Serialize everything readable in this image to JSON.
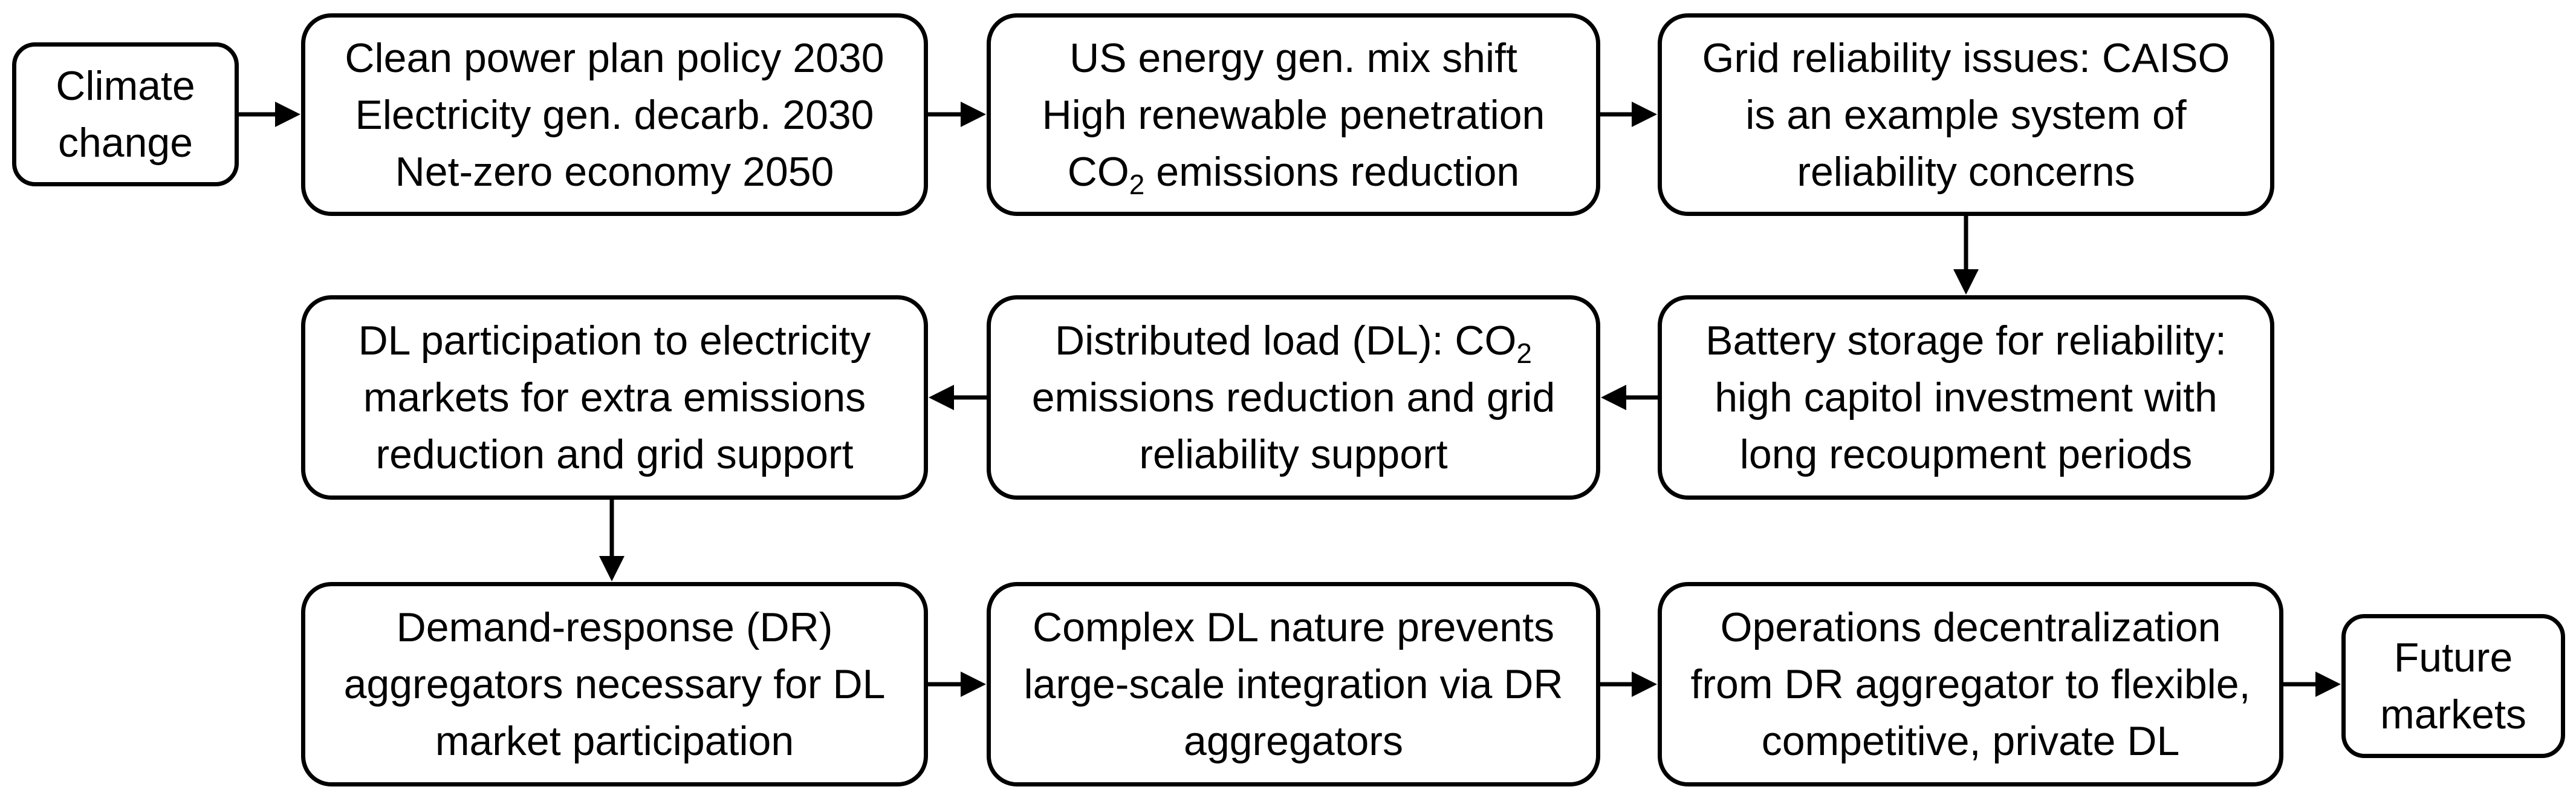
{
  "nodes": {
    "climate_change": {
      "lines": [
        "Climate",
        "change"
      ]
    },
    "policy": {
      "lines": [
        "Clean power plan policy 2030",
        "Electricity gen. decarb. 2030",
        "Net-zero economy 2050"
      ]
    },
    "mix_shift": {
      "line1": "US energy gen. mix shift",
      "line2": "High renewable penetration",
      "line3_pre": "CO",
      "line3_sub": "2",
      "line3_post": " emissions reduction"
    },
    "grid_reliability": {
      "lines": [
        "Grid reliability issues: CAISO",
        "is an example system of",
        "reliability concerns"
      ]
    },
    "battery": {
      "lines": [
        "Battery storage for reliability:",
        "high capitol investment with",
        "long recoupment periods"
      ]
    },
    "distributed_load": {
      "line1_pre": "Distributed load (DL): CO",
      "line1_sub": "2",
      "line2": "emissions reduction and grid",
      "line3": "reliability support"
    },
    "dl_participation": {
      "lines": [
        "DL participation to electricity",
        "markets for extra emissions",
        "reduction and grid support"
      ]
    },
    "dr_aggregators": {
      "lines": [
        "Demand-response (DR)",
        "aggregators necessary for DL",
        "market participation"
      ]
    },
    "complex_dl": {
      "lines": [
        "Complex DL nature prevents",
        "large-scale integration via DR",
        "aggregators"
      ]
    },
    "decentralization": {
      "lines": [
        "Operations decentralization",
        "from DR aggregator to flexible,",
        "competitive, private DL"
      ]
    },
    "future_markets": {
      "lines": [
        "Future",
        "markets"
      ]
    }
  }
}
